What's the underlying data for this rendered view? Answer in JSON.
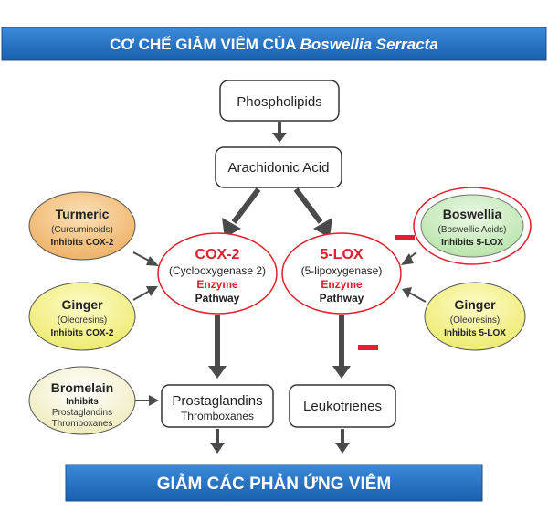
{
  "header": {
    "prefix": "CƠ CHẾ GIẢM VIÊM CỦA ",
    "species": "Boswellia Serracta"
  },
  "footer": {
    "text": "GIẢM CÁC PHẢN ỨNG VIÊM"
  },
  "boxes": {
    "phospholipids": "Phospholipids",
    "arachidonic": "Arachidonic Acid",
    "prostaglandins": {
      "line1": "Prostaglandins",
      "line2": "Thromboxanes"
    },
    "leukotrienes": "Leukotrienes"
  },
  "pathways": {
    "cox2": {
      "name": "COX-2",
      "full": "(Cyclooxygenase 2)",
      "enzyme": "Enzyme",
      "pathway": "Pathway"
    },
    "lox": {
      "name": "5-LOX",
      "full": "(5-lipoxygenase)",
      "enzyme": "Enzyme",
      "pathway": "Pathway"
    }
  },
  "agents": {
    "turmeric": {
      "name": "Turmeric",
      "sub": "(Curcuminoids)",
      "action": "Inhibits COX-2"
    },
    "ginger_left": {
      "name": "Ginger",
      "sub": "(Oleoresins)",
      "action": "Inhibits COX-2"
    },
    "bromelain": {
      "name": "Bromelain",
      "action": "Inhibits",
      "sub1": "Prostaglandins",
      "sub2": "Thromboxanes"
    },
    "boswellia": {
      "name": "Boswellia",
      "sub": "(Boswellic Acids)",
      "action": "Inhibits 5-LOX"
    },
    "ginger_right": {
      "name": "Ginger",
      "sub": "(Oleoresins)",
      "action": "Inhibits 5-LOX"
    }
  },
  "colors": {
    "banner": "#1f6fbf",
    "banner_text": "#ffffff",
    "accent_red": "#e0202a",
    "arrow": "#4a4a4a",
    "turmeric_fill": "#f2b877",
    "ginger_fill": "#f7f28a",
    "bromelain_fill": "#f5f2c8",
    "boswellia_fill": "#c9ecbf"
  }
}
